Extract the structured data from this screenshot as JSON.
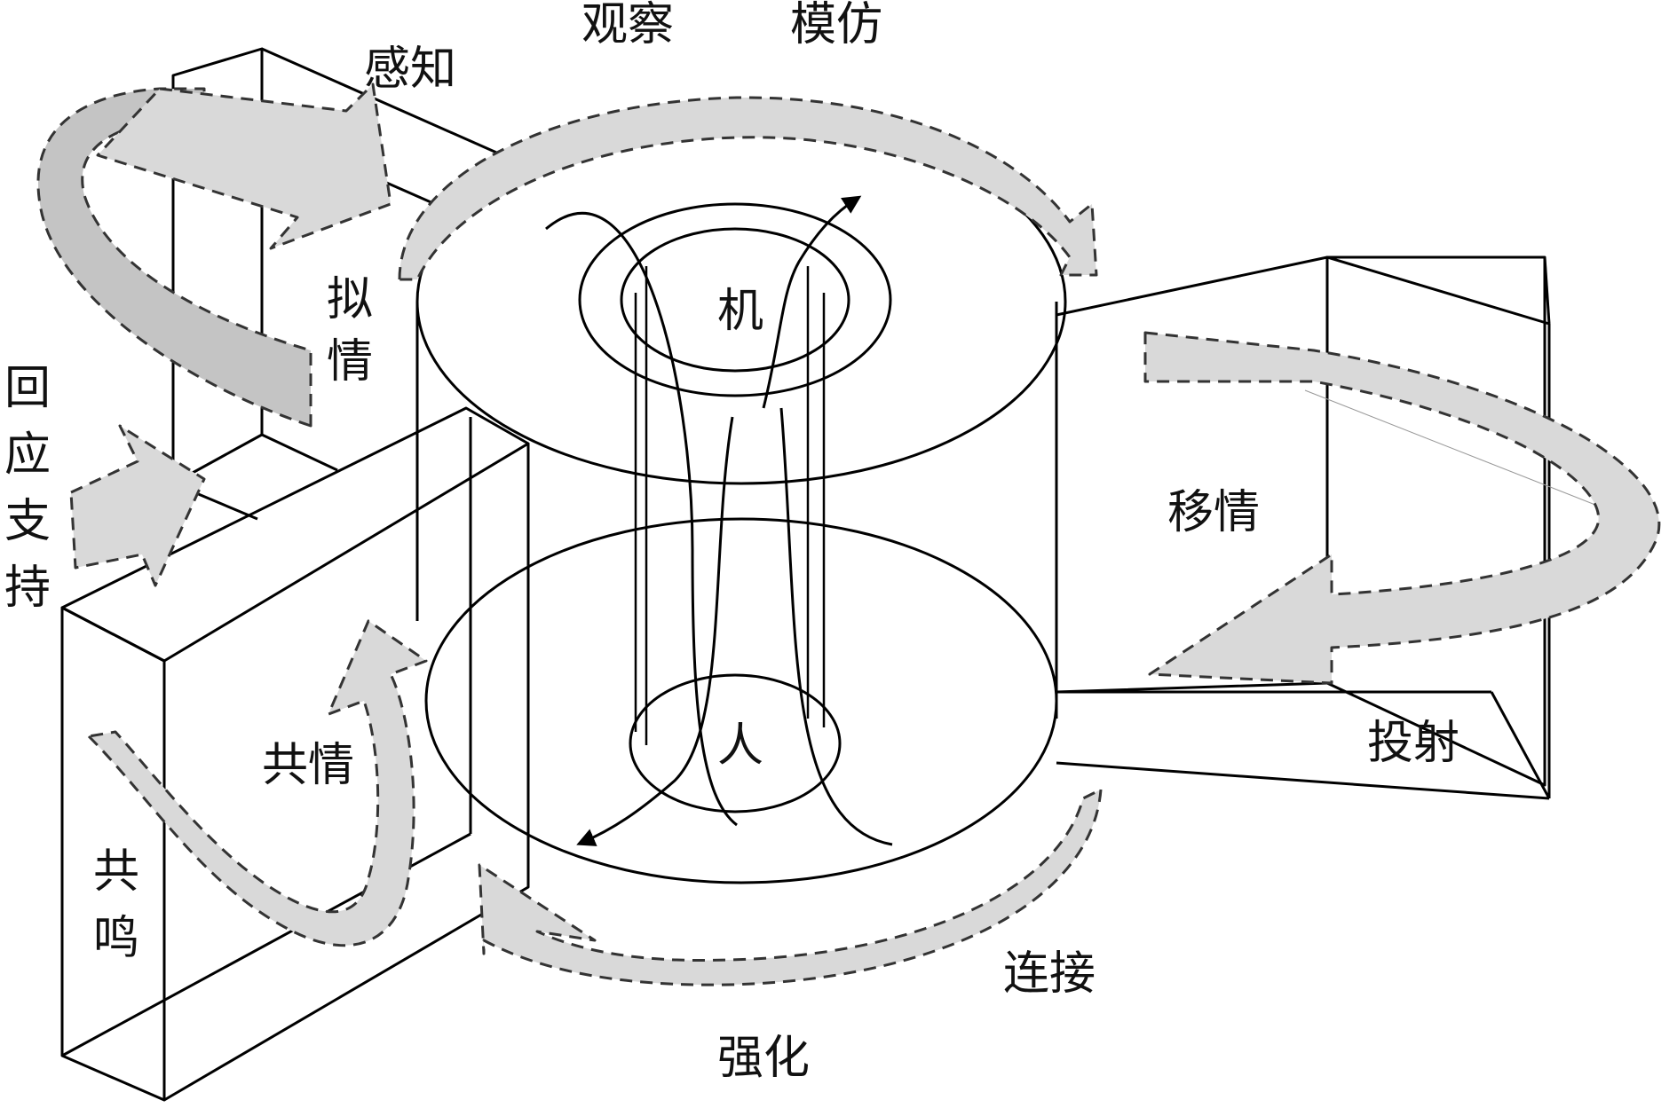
{
  "diagram": {
    "labels": {
      "perceive": "感知",
      "observe": "观察",
      "imitate": "模仿",
      "simulate_top": "拟",
      "simulate_bottom": "情",
      "respond_1": "回",
      "respond_2": "应",
      "respond_3": "支",
      "respond_4": "持",
      "machine": "机",
      "human": "人",
      "empathy_move": "移情",
      "projection": "投射",
      "empathy": "共情",
      "resonance_top": "共",
      "resonance_bottom": "鸣",
      "connect": "连接",
      "reinforce": "强化"
    },
    "colors": {
      "stroke": "#000000",
      "arrow_fill": "#d9d9d9",
      "arrow_fill_dark": "#c4c4c4",
      "arrow_border": "#333333"
    }
  }
}
